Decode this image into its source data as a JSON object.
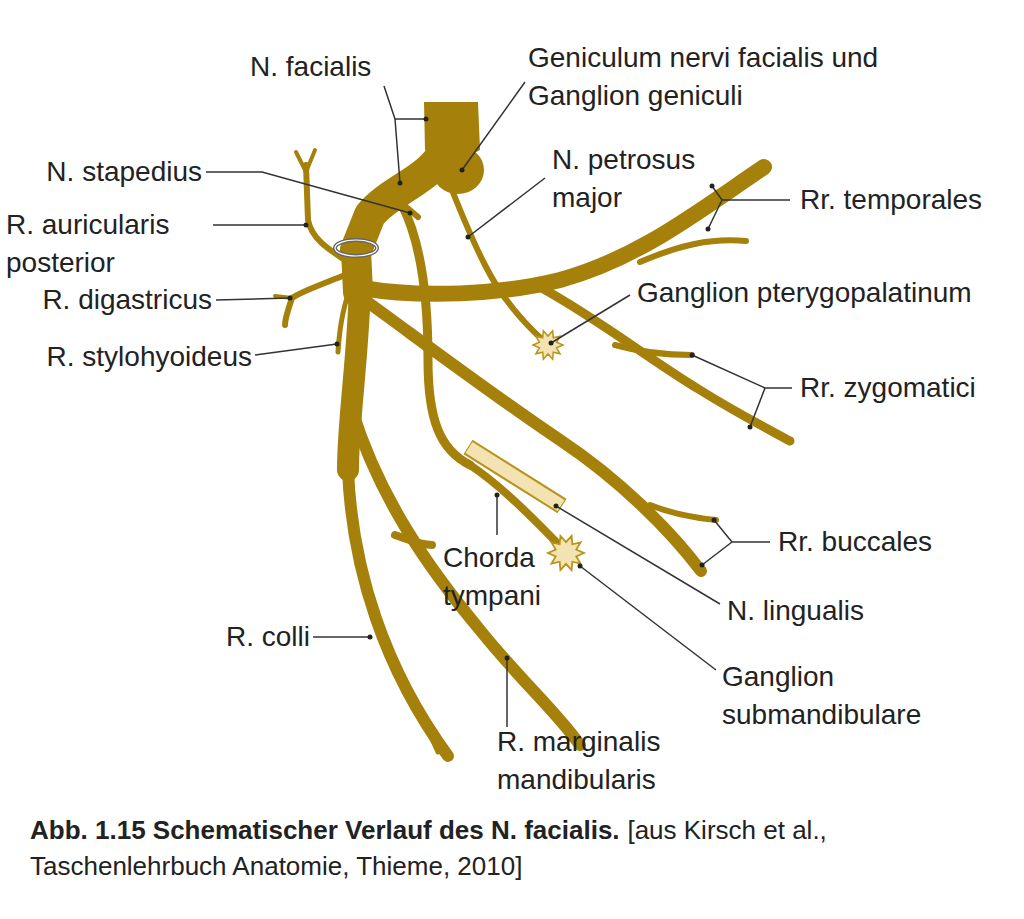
{
  "diagram": {
    "caption": "Abb. 1.15 Schematischer Verlauf des N. facialis.",
    "labels": [
      "N. facialis",
      "Geniculum nervi facialis und Ganglion geniculi",
      "N. stapedius",
      "N. petrosus major",
      "R. auricularis posterior",
      "Rr. temporales",
      "R. digastricus",
      "Ganglion pterygopalatinum",
      "R. stylohyoideus",
      "Rr. zygomatici",
      "Rr. buccales",
      "Chorda tympani",
      "N. lingualis",
      "Ganglion submandibulare",
      "R. colli",
      "R. marginalis mandibularis",
      "[aus Kirsch et al., Taschenlehrbuch Anatomie, Thieme, 2010]"
    ]
  }
}
